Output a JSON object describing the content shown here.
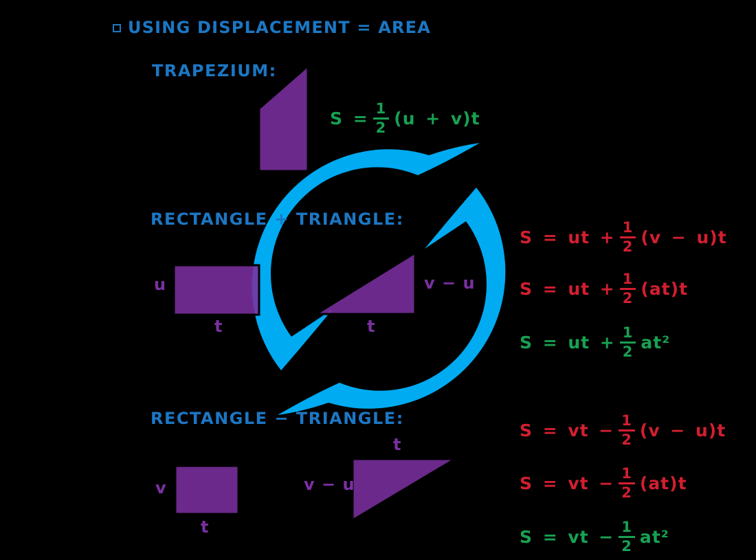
{
  "colors": {
    "background": "#000000",
    "blue": "#1c77c4",
    "cyan": "#00abf2",
    "purple_label": "#7b30a2",
    "shape_purple": "#7a2f9e",
    "red": "#d21f30",
    "green": "#18a152"
  },
  "title": {
    "text": "USING DISPLACEMENT = AREA"
  },
  "logo": {
    "icon": "circular-swoosh-watermark"
  },
  "trapezium": {
    "heading": "TRAPEZIUM:",
    "formula": {
      "lhs": "S =",
      "num": "1",
      "den": "2",
      "rhs": "(u + v)t",
      "color": "#18a152"
    }
  },
  "rect_plus": {
    "heading": "RECTANGLE + TRIANGLE:",
    "labels": {
      "rect_left": "u",
      "rect_bottom": "t",
      "tri_right": "v − u",
      "tri_bottom": "t"
    },
    "formulas": [
      {
        "lhs": "S = ut +",
        "num": "1",
        "den": "2",
        "rhs": "(v − u)t",
        "color": "#d21f30"
      },
      {
        "lhs": "S = ut +",
        "num": "1",
        "den": "2",
        "rhs": "(at)t",
        "color": "#d21f30"
      },
      {
        "lhs": "S = ut +",
        "num": "1",
        "den": "2",
        "rhs": "at²",
        "color": "#18a152"
      }
    ]
  },
  "rect_minus": {
    "heading": "RECTANGLE − TRIANGLE:",
    "labels": {
      "rect_left": "v",
      "rect_bottom": "t",
      "tri_left": "v − u",
      "tri_top": "t"
    },
    "formulas": [
      {
        "lhs": "S = vt −",
        "num": "1",
        "den": "2",
        "rhs": "(v − u)t",
        "color": "#d21f30"
      },
      {
        "lhs": "S = vt −",
        "num": "1",
        "den": "2",
        "rhs": "(at)t",
        "color": "#d21f30"
      },
      {
        "lhs": "S = vt −",
        "num": "1",
        "den": "2",
        "rhs": "at²",
        "color": "#18a152"
      }
    ]
  }
}
